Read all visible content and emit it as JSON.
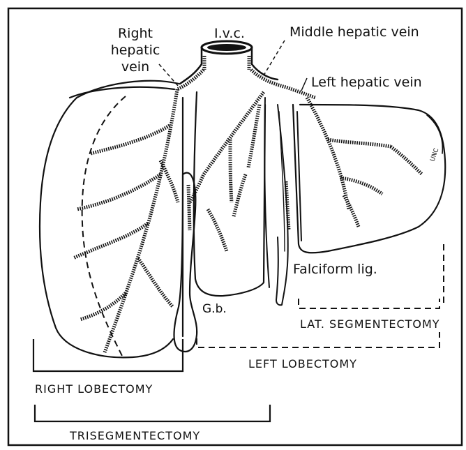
{
  "labels": {
    "right_hepatic_vein_line1": "Right",
    "right_hepatic_vein_line2": "hepatic",
    "right_hepatic_vein_line3": "vein",
    "ivc": "I.v.c.",
    "middle_hepatic_vein": "Middle hepatic vein",
    "left_hepatic_vein": "Left hepatic vein",
    "falciform_ligament": "Falciform lig.",
    "gallbladder": "G.b."
  },
  "resections": {
    "lat_segmentectomy": "LAT. SEGMENTECTOMY",
    "left_lobectomy": "LEFT LOBECTOMY",
    "right_lobectomy": "RIGHT LOBECTOMY",
    "trisegmentectomy": "TRISEGMENTECTOMY"
  },
  "signature": "UNC"
}
